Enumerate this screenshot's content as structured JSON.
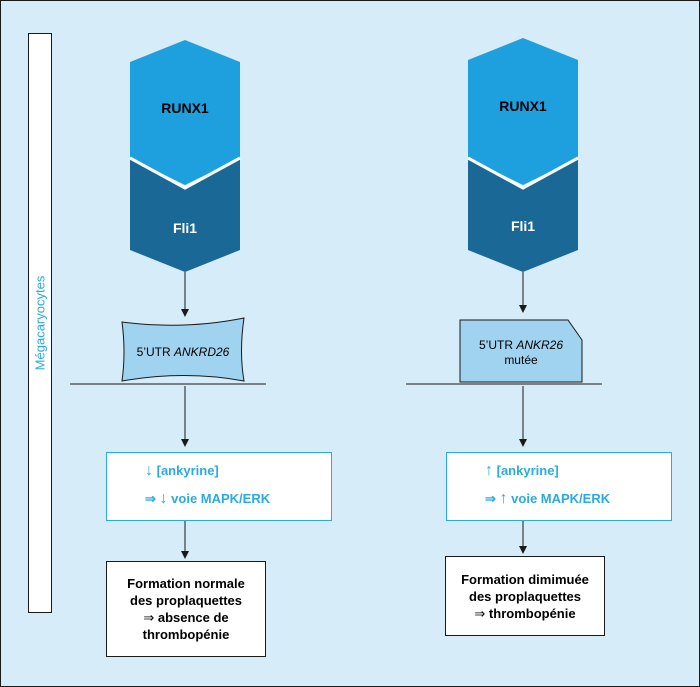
{
  "sidebar": {
    "label": "Mégacaryocytes"
  },
  "left": {
    "runx1": "RUNX1",
    "fli1": "Fli1",
    "utr_prefix": "5’UTR ",
    "utr_gene": "ANKRD26",
    "ank_line1_arrow": "↓",
    "ank_line1": "[ankyrine]",
    "ank_line2_implies": "⇒",
    "ank_line2_arrow": "↓",
    "ank_line2": "voie MAPK/ERK",
    "out_line1": "Formation normale",
    "out_line2": "des proplaquettes",
    "out_implies": "⇒",
    "out_line3": "absence de",
    "out_line4": "thrombopénie"
  },
  "right": {
    "runx1": "RUNX1",
    "fli1": "Fli1",
    "utr_prefix": "5’UTR ",
    "utr_gene": "ANKR26",
    "utr_mut": "mutée",
    "ank_line1_arrow": "↑",
    "ank_line1": "[ankyrine]",
    "ank_line2_implies": "⇒",
    "ank_line2_arrow": "↑",
    "ank_line2": "voie MAPK/ERK",
    "out_line1": "Formation dimimuée",
    "out_line2": "des proplaquettes",
    "out_implies": "⇒",
    "out_line3": "thrombopénie"
  },
  "colors": {
    "background": "#d6ecf8",
    "runx1": "#1ea0de",
    "fli1": "#1a6896",
    "utr": "#9fd3f0",
    "accent": "#29abe2"
  }
}
